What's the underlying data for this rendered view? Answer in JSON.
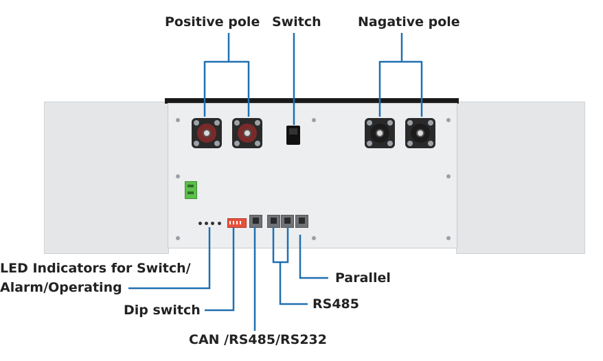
{
  "labels": {
    "positive_pole": "Positive pole",
    "switch": "Switch",
    "negative_pole": "Nagative pole",
    "led_line1": "LED Indicators for Switch/",
    "led_line2": "Alarm/Operating",
    "dip_switch": "Dip switch",
    "can_port": "CAN /RS485/RS232",
    "rs485": "RS485",
    "parallel": "Parallel"
  },
  "colors": {
    "callout_line": "#1f6fb0",
    "positive_terminal": "#7a2a2a",
    "negative_terminal": "#1c1c1c",
    "connector_green": "#5cbf4a",
    "dip_switch_red": "#e8503a"
  }
}
